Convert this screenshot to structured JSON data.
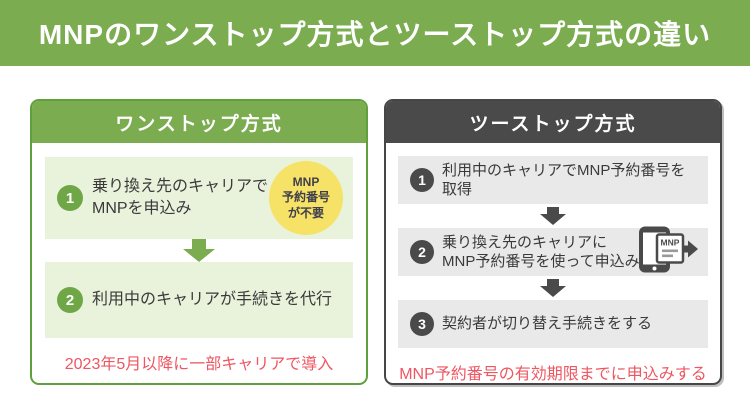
{
  "banner": {
    "title": "MNPのワンストップ方式とツーストップ方式の違い"
  },
  "colors": {
    "accent_green": "#7bac50",
    "light_green": "#e9f3dc",
    "border_green": "#5fa03c",
    "dark_gray": "#4a4a4a",
    "light_gray": "#e9e9e9",
    "badge_yellow": "#f5e266",
    "note_red": "#ee5661",
    "text": "#3a3a3a"
  },
  "left_panel": {
    "title": "ワンストップ方式",
    "steps": [
      {
        "number": "1",
        "lines": [
          "乗り換え先のキャリアで",
          "MNPを申込み"
        ]
      },
      {
        "number": "2",
        "lines": [
          "利用中のキャリアが手続きを代行"
        ]
      }
    ],
    "badge": {
      "lines": [
        "MNP",
        "予約番号",
        "が不要"
      ]
    },
    "note": "2023年5月以降に一部キャリアで導入"
  },
  "right_panel": {
    "title": "ツーストップ方式",
    "steps": [
      {
        "number": "1",
        "lines": [
          "利用中のキャリアでMNP予約番号を取得"
        ]
      },
      {
        "number": "2",
        "lines": [
          "乗り換え先のキャリアに",
          "MNP予約番号を使って申込み"
        ]
      },
      {
        "number": "3",
        "lines": [
          "契約者が切り替え手続きをする"
        ]
      }
    ],
    "phone_card_label": "MNP",
    "note": "MNP予約番号の有効期限までに申込みする"
  }
}
